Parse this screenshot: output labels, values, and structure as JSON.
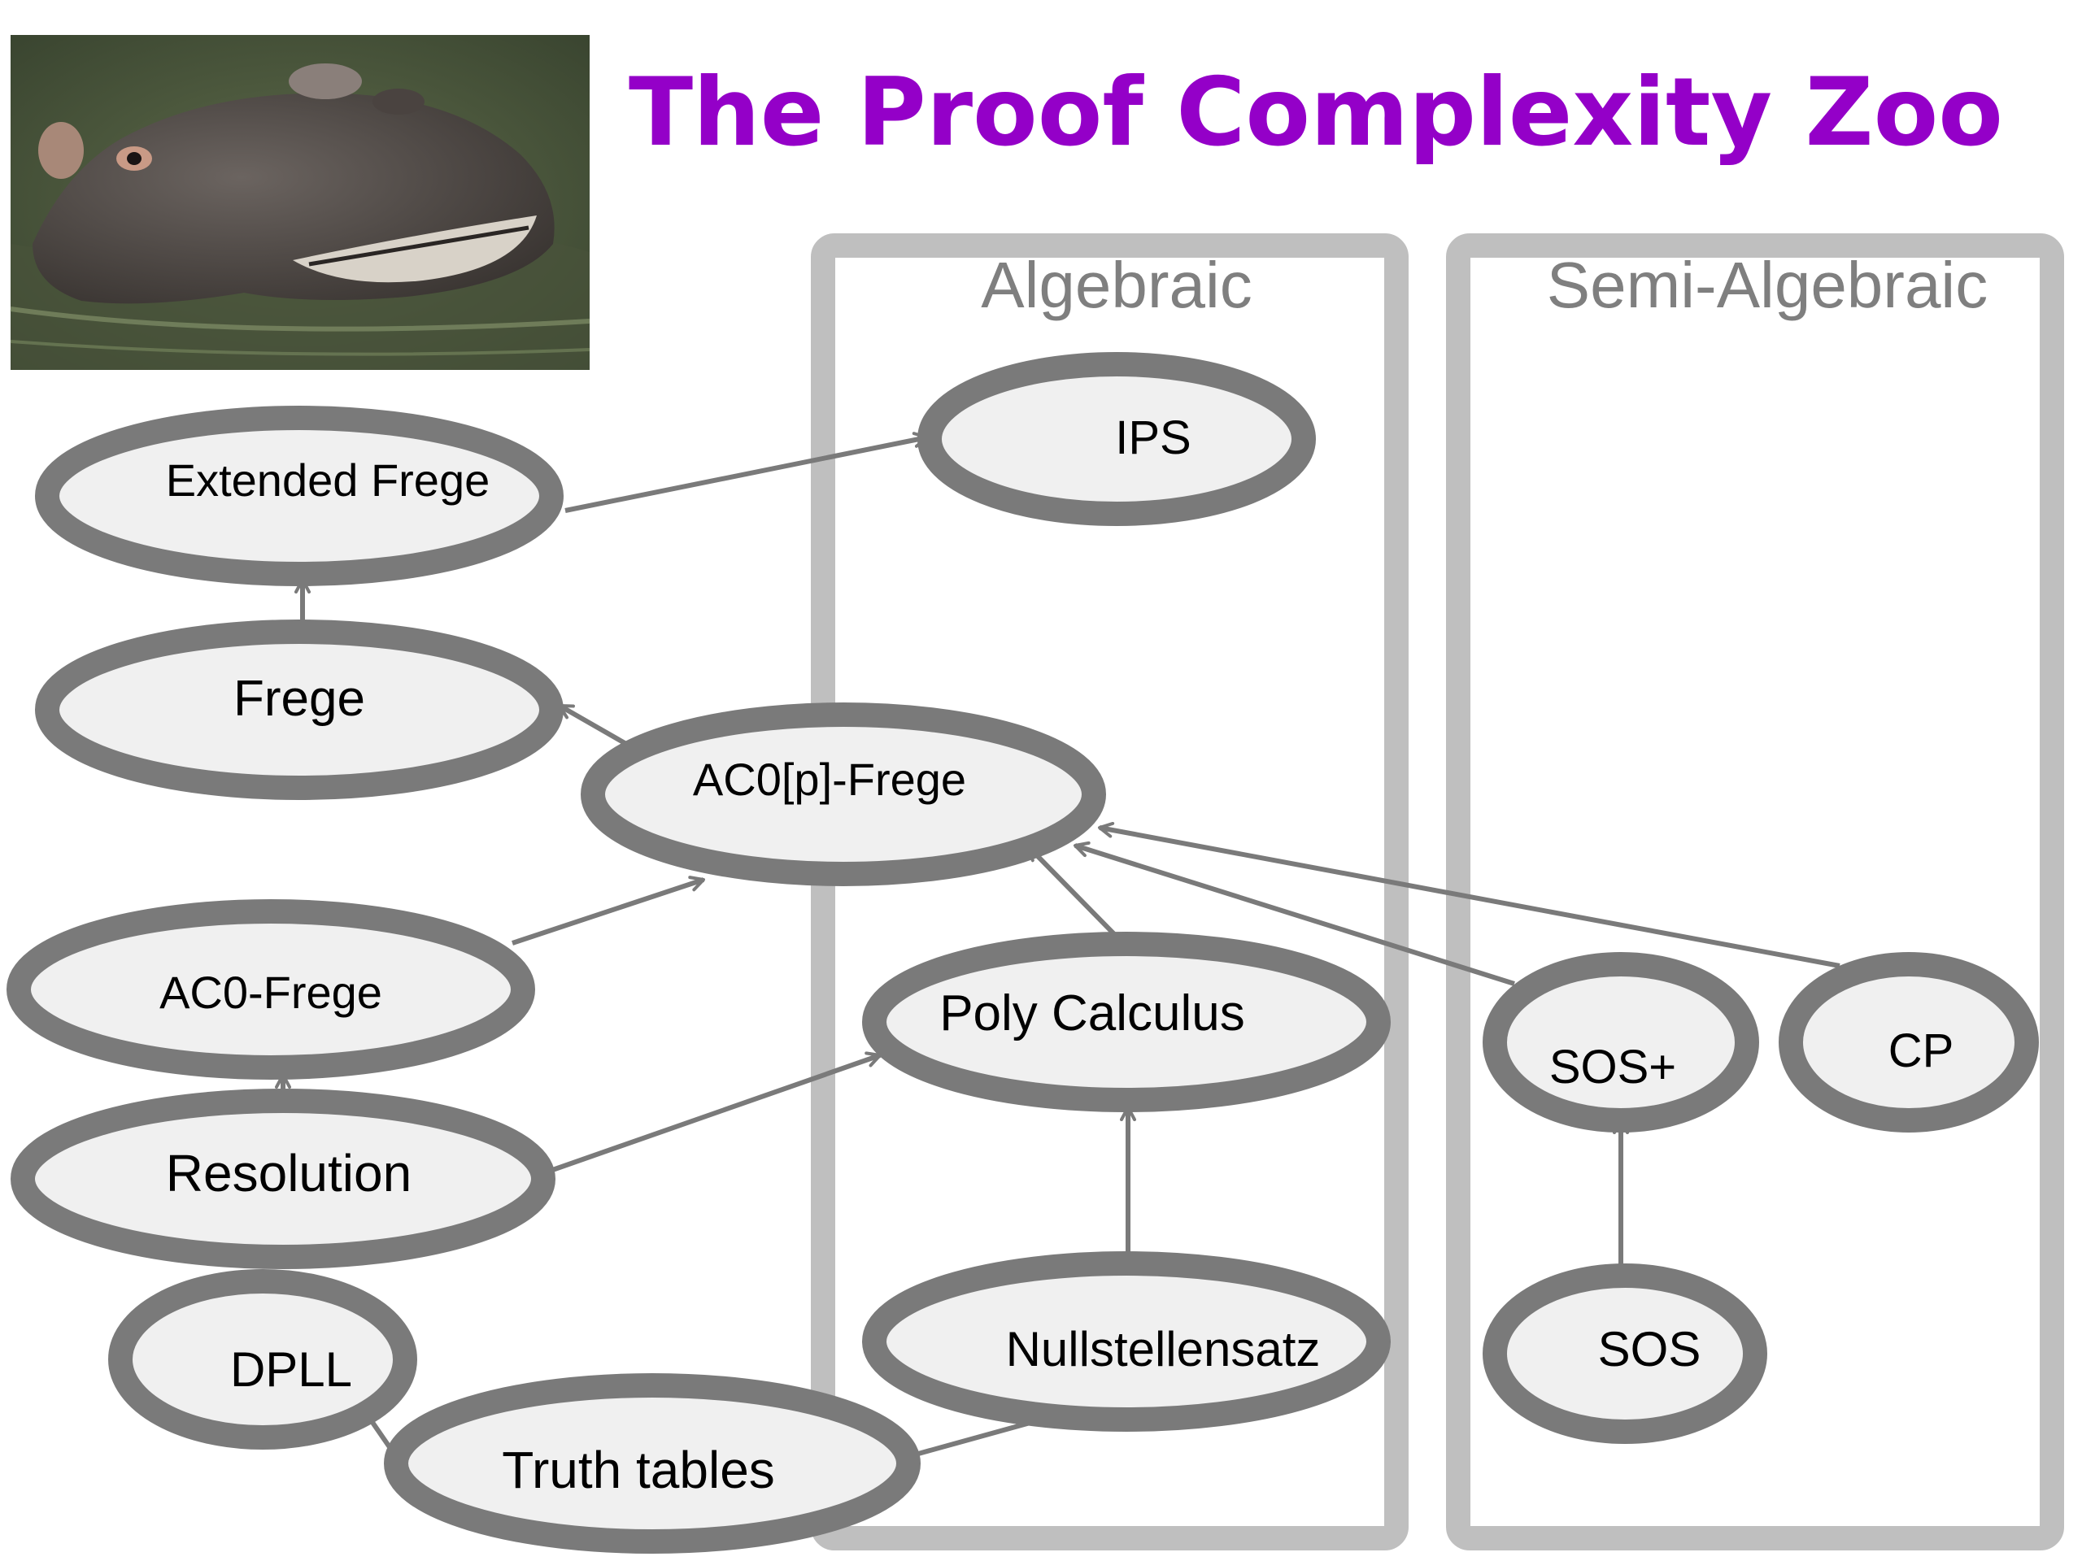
{
  "slide": {
    "title": "The Proof Complexity Zoo",
    "title_color": "#9400c8",
    "photo_icon": "hippo-photo"
  },
  "colors": {
    "node_fill": "#f0f0f0",
    "node_stroke": "#7a7a7a",
    "group_border": "#bfbfbf",
    "group_label": "#7f7f7f",
    "edge": "#7a7a7a",
    "text": "#000000"
  },
  "groups": {
    "algebraic": {
      "label": "Algebraic"
    },
    "semi_algebraic": {
      "label": "Semi-Algebraic"
    }
  },
  "nodes": {
    "ips": "IPS",
    "extended_frege": "Extended Frege",
    "frege": "Frege",
    "ac0p_frege": "AC0[p]-Frege",
    "ac0_frege": "AC0-Frege",
    "poly_calculus": "Poly Calculus",
    "resolution": "Resolution",
    "sos_plus": "SOS+",
    "cp": "CP",
    "dpll": "DPLL",
    "nullstellensatz": "Nullstellensatz",
    "sos": "SOS",
    "truth_tables": "Truth tables"
  },
  "edges": [
    {
      "from": "frege",
      "to": "extended_frege"
    },
    {
      "from": "extended_frege",
      "to": "ips"
    },
    {
      "from": "ac0p_frege",
      "to": "frege"
    },
    {
      "from": "ac0_frege",
      "to": "ac0p_frege"
    },
    {
      "from": "resolution",
      "to": "ac0_frege"
    },
    {
      "from": "resolution",
      "to": "poly_calculus"
    },
    {
      "from": "poly_calculus",
      "to": "ac0p_frege"
    },
    {
      "from": "sos_plus",
      "to": "ac0p_frege"
    },
    {
      "from": "cp",
      "to": "ac0p_frege"
    },
    {
      "from": "nullstellensatz",
      "to": "poly_calculus"
    },
    {
      "from": "sos",
      "to": "sos_plus"
    },
    {
      "from": "truth_tables",
      "to": "dpll"
    },
    {
      "from": "truth_tables",
      "to": "nullstellensatz"
    }
  ]
}
